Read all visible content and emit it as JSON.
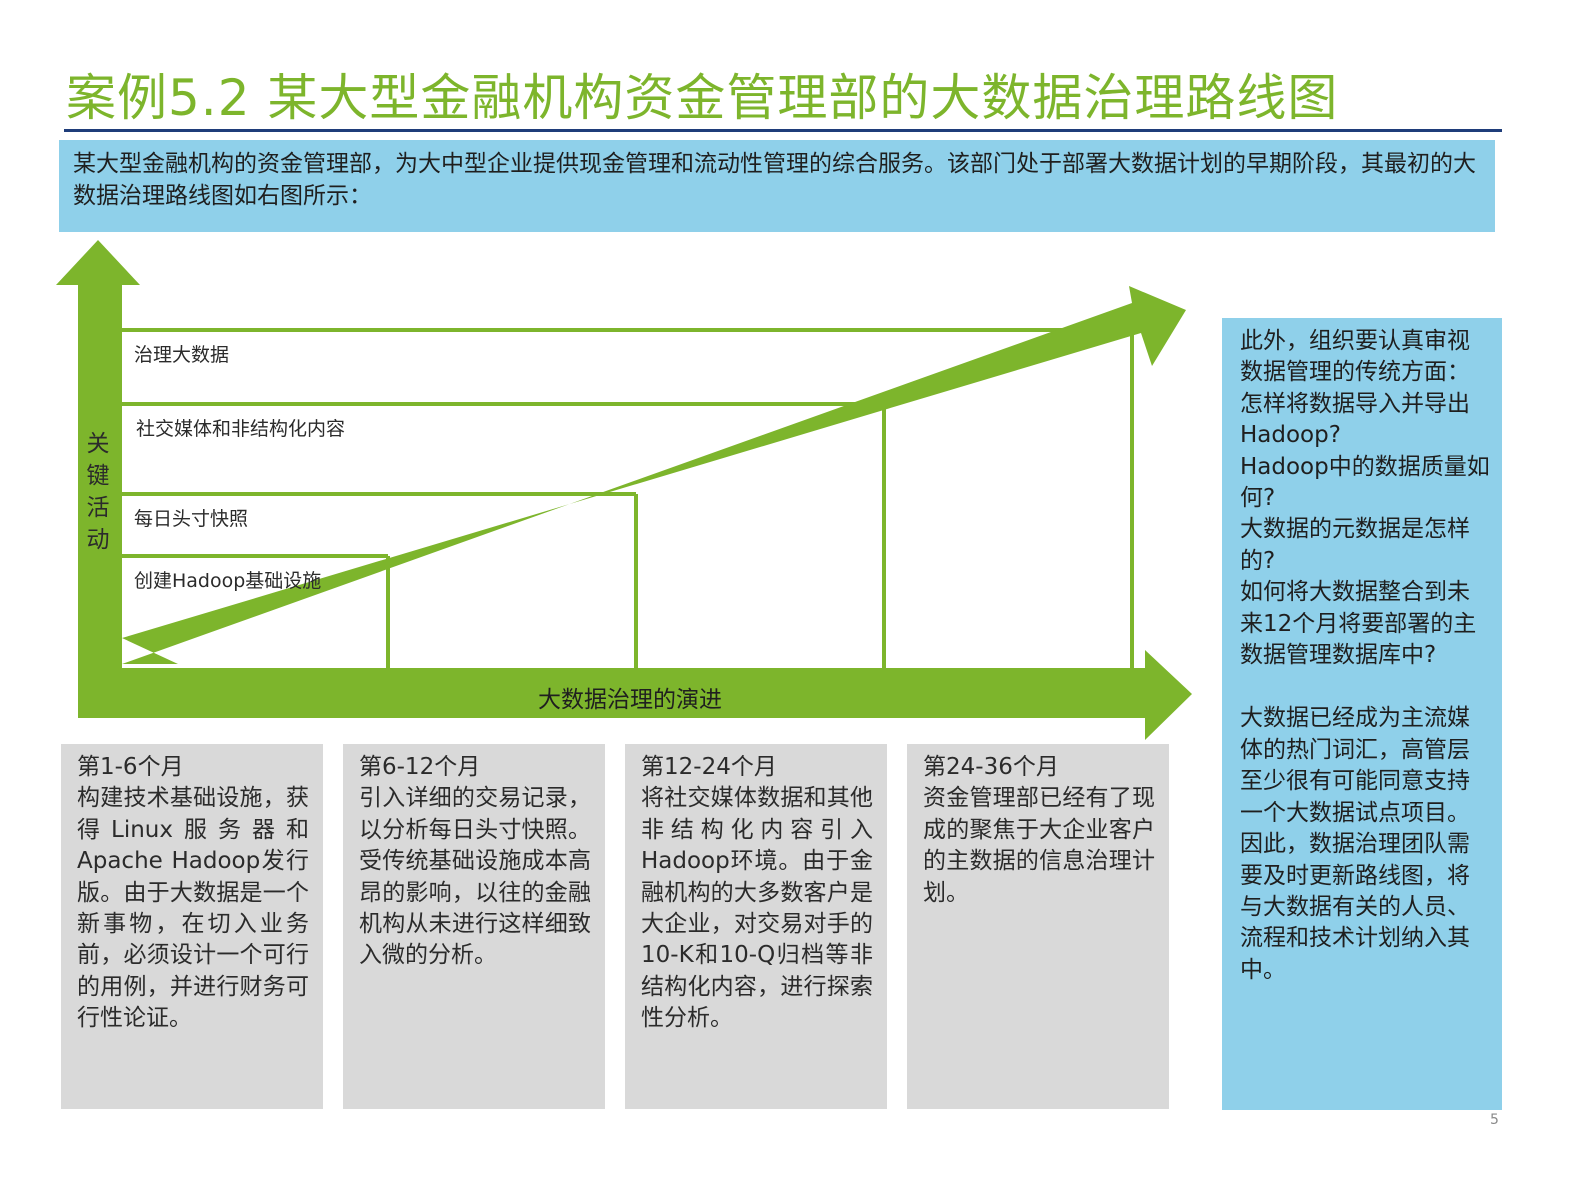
{
  "title": "案例5.2 某大型金融机构资金管理部的大数据治理路线图",
  "intro": "某大型金融机构的资金管理部，为大中型企业提供现金管理和流动性管理的综合服务。该部门处于部署大数据计划的早期阶段，其最初的大数据治理路线图如右图所示：",
  "diagram": {
    "y_axis_label": "关键活动",
    "x_axis_label": "大数据治理的演进",
    "activities": [
      "治理大数据",
      "社交媒体和非结构化内容",
      "每日头寸快照",
      "创建Hadoop基础设施"
    ],
    "arrow_color": "#7db52c"
  },
  "phases": [
    {
      "title": "第1-6个月",
      "body": "构建技术基础设施，获得Linux服务器和Apache Hadoop发行版。由于大数据是一个新事物，在切入业务前，必须设计一个可行的用例，并进行财务可行性论证。"
    },
    {
      "title": "第6-12个月",
      "body": "引入详细的交易记录，以分析每日头寸快照。受传统基础设施成本高昂的影响，以往的金融机构从未进行这样细致入微的分析。"
    },
    {
      "title": "第12-24个月",
      "body": "将社交媒体数据和其他非结构化内容引入Hadoop环境。由于金融机构的大多数客户是大企业，对交易对手的10-K和10-Q归档等非结构化内容，进行探索性分析。"
    },
    {
      "title": "第24-36个月",
      "body": "资金管理部已经有了现成的聚焦于大企业客户的主数据的信息治理计划。"
    }
  ],
  "side_panel": {
    "para1": "此外，组织要认真审视数据管理的传统方面：",
    "q1": "怎样将数据导入并导出Hadoop?",
    "q2": "Hadoop中的数据质量如何?",
    "q3": "大数据的元数据是怎样的?",
    "q4": "如何将大数据整合到未来12个月将要部署的主数据管理数据库中?",
    "para2": "大数据已经成为主流媒体的热门词汇，高管层至少很有可能同意支持一个大数据试点项目。因此，数据治理团队需要及时更新路线图，将与大数据有关的人员、流程和技术计划纳入其中。"
  },
  "page_number": "5",
  "colors": {
    "title": "#7db52c",
    "panel_blue": "#8fd0ea",
    "phase_gray": "#d9d9d9",
    "rule": "#1f3d7a"
  }
}
